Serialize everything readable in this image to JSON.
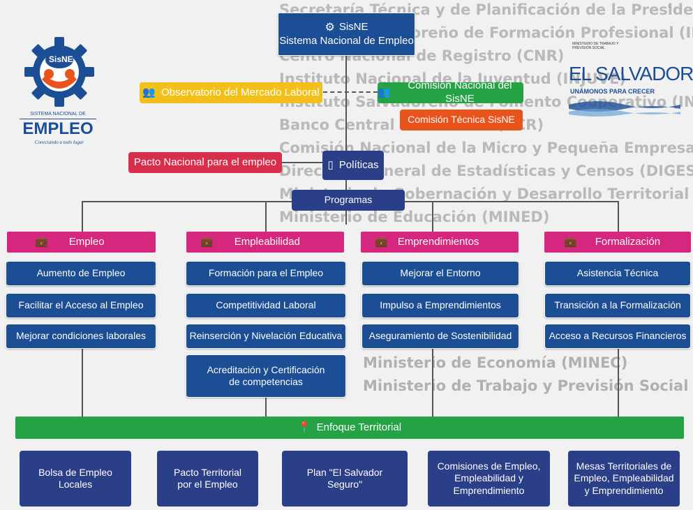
{
  "background_text": [
    "Secretaría Técnica y de Planificación de la Presidencia (STPP)",
    "Instituto Salvadoreño de Formación Profesional (INSAFORP)",
    "Centro Nacional de Registro (CNR)",
    "Instituto Nacional de la Juventud (INJUVE)",
    "Instituto Salvadoreño de Fomento Cooperativo (INSAFOCOOP)",
    "Banco Central de Reserva (BCR)",
    "Comisión Nacional de la Micro y Pequeña Empresa (CONAMYPE)",
    "Dirección General de Estadísticas y Censos (DIGESTYC)",
    "Ministerio de Gobernación y Desarrollo Territorial (MIGOBDT)",
    "Ministerio de Educación (MINED)",
    "Ministerio de Economía (MINEC)",
    "Ministerio de Trabajo y Previsión Social"
  ],
  "logos": {
    "left": {
      "badge": "SisNE",
      "caption_small": "SISTEMA NACIONAL DE",
      "caption_big": "EMPLEO",
      "tagline": "Conectando a todo lugar"
    },
    "right": {
      "ministry": "MINISTERIO DE TRABAJO Y PREVISIÓN SOCIAL",
      "country": "EL SALVADOR",
      "slogan": "UNÁMONOS PARA CRECER"
    }
  },
  "top": {
    "name": "SisNE",
    "full": "Sistema Nacional de Empleo"
  },
  "observatorio": "Observatorio del Mercado Laboral",
  "comision_nacional": "Comisión Nacional del SisNE",
  "comision_tecnica": "Comisión Técnica SisNE",
  "pacto": "Pacto Nacional para el empleo",
  "politicas": "Políticas",
  "programas": "Programas",
  "columns": [
    {
      "title": "Empleo",
      "items": [
        "Aumento de Empleo",
        "Facilitar el Acceso al Empleo",
        "Mejorar condiciones laborales"
      ]
    },
    {
      "title": "Empleabilidad",
      "items": [
        "Formación para el Empleo",
        "Competitividad Laboral",
        "Reinserción y Nivelación Educativa",
        "Acreditación y Certificación de competencias"
      ]
    },
    {
      "title": "Emprendimientos",
      "items": [
        "Mejorar el Entorno",
        "Impulso a Emprendimientos",
        "Aseguramiento de Sostenibilidad"
      ]
    },
    {
      "title": "Formalización",
      "items": [
        "Asistencia Técnica",
        "Transición a la Formalización",
        "Acceso a Recursos Financieros"
      ]
    }
  ],
  "enfoque": "Enfoque Territorial",
  "bottom": [
    "Bolsa de Empleo Locales",
    "Pacto Territorial por el Empleo",
    "Plan \"El Salvador Seguro\"",
    "Comisiones de Empleo, Empleabilidad y Emprendimiento",
    "Mesas Territoriales de Empleo, Empleabilidad y Emprendimiento"
  ],
  "colors": {
    "blue": "#1c4e96",
    "navy": "#2a3f87",
    "pink": "#d6267d",
    "green": "#25a244",
    "yellow": "#f2c019",
    "orange": "#e8541c",
    "red": "#d92d4c"
  }
}
